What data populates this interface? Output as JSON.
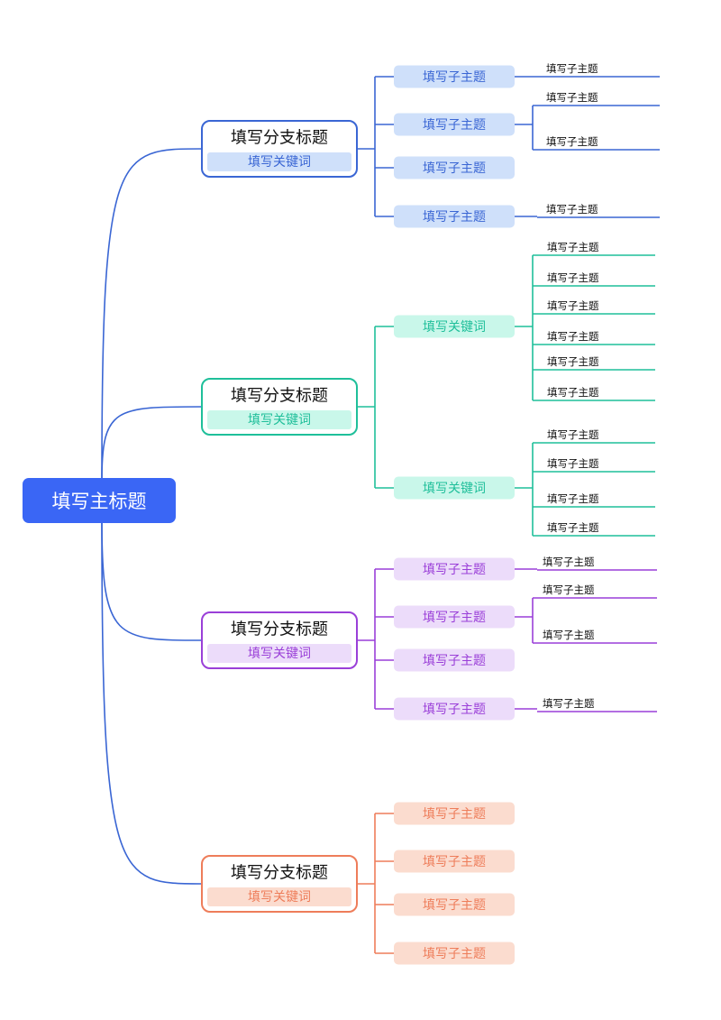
{
  "root": {
    "title": "填写主标题",
    "color": "#3a66f5"
  },
  "branches": [
    {
      "title": "填写分支标题",
      "keyword": "填写关键词",
      "color": "#3a66d4",
      "fill": "#cfe0fa",
      "subs": [
        {
          "label": "填写子主题",
          "leaves": [
            "填写子主题"
          ]
        },
        {
          "label": "填写子主题",
          "leaves": [
            "填写子主题",
            "填写子主题"
          ]
        },
        {
          "label": "填写子主题",
          "leaves": []
        },
        {
          "label": "填写子主题",
          "leaves": [
            "填写子主题"
          ]
        }
      ]
    },
    {
      "title": "填写分支标题",
      "keyword": "填写关键词",
      "color": "#1fbf9a",
      "fill": "#c9f7ea",
      "subs": [
        {
          "label": "填写关键词",
          "leaves": [
            "填写子主题",
            "填写子主题",
            "填写子主题",
            "填写子主题",
            "填写子主题",
            "填写子主题"
          ]
        },
        {
          "label": "填写关键词",
          "leaves": [
            "填写子主题",
            "填写子主题",
            "填写子主题",
            "填写子主题"
          ]
        }
      ]
    },
    {
      "title": "填写分支标题",
      "keyword": "填写关键词",
      "color": "#9a3fd8",
      "fill": "#ecdcfa",
      "subs": [
        {
          "label": "填写子主题",
          "leaves": [
            "填写子主题"
          ]
        },
        {
          "label": "填写子主题",
          "leaves": [
            "填写子主题",
            "填写子主题"
          ]
        },
        {
          "label": "填写子主题",
          "leaves": []
        },
        {
          "label": "填写子主题",
          "leaves": [
            "填写子主题"
          ]
        }
      ]
    },
    {
      "title": "填写分支标题",
      "keyword": "填写关键词",
      "color": "#ee7d5a",
      "fill": "#fbdccf",
      "subs": [
        {
          "label": "填写子主题",
          "leaves": []
        },
        {
          "label": "填写子主题",
          "leaves": []
        },
        {
          "label": "填写子主题",
          "leaves": []
        },
        {
          "label": "填写子主题",
          "leaves": []
        }
      ]
    }
  ]
}
